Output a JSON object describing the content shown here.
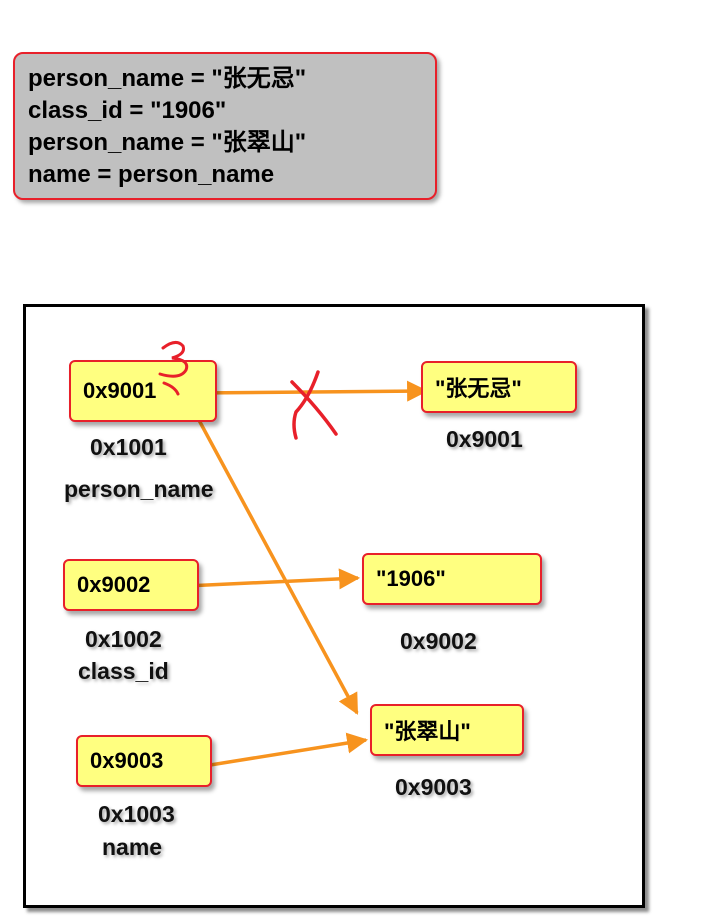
{
  "code": {
    "lines": [
      "person_name = \"张无忌\"",
      "class_id = \"1906\"",
      "person_name = \"张翠山\"",
      "name = person_name"
    ]
  },
  "variables": [
    {
      "value": "0x9001",
      "address": "0x1001",
      "name": "person_name"
    },
    {
      "value": "0x9002",
      "address": "0x1002",
      "name": "class_id"
    },
    {
      "value": "0x9003",
      "address": "0x1003",
      "name": "name"
    }
  ],
  "objects": [
    {
      "value": "\"张无忌\"",
      "address": "0x9001"
    },
    {
      "value": "\"1906\"",
      "address": "0x9002"
    },
    {
      "value": "\"张翠山\"",
      "address": "0x9003"
    }
  ],
  "colors": {
    "arrow": "#f7931e",
    "box_fill": "#ffff80",
    "box_border": "#e8202a",
    "annotation": "#e8202a"
  }
}
